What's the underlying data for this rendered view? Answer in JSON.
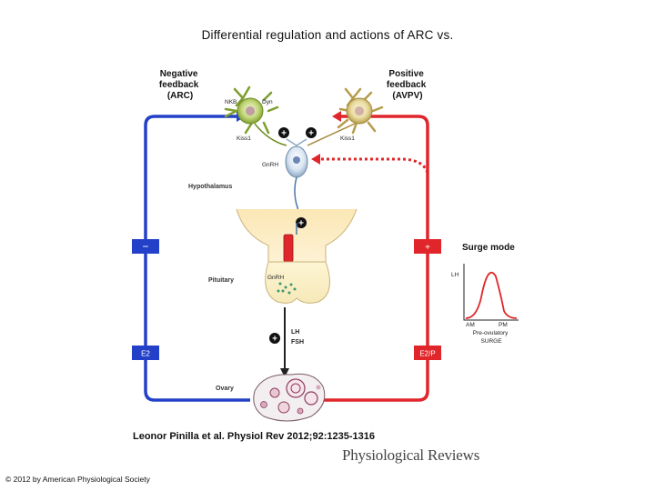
{
  "title": "Differential regulation and actions of ARC vs.",
  "diagram": {
    "neg_feedback": [
      "Negative",
      "feedback",
      "(ARC)"
    ],
    "pos_feedback": [
      "Positive",
      "feedback",
      "(AVPV)"
    ],
    "nkb": "NKB",
    "dyn": "Dyn",
    "kiss1_left": "Kiss1",
    "kiss1_right": "Kiss1",
    "gnrh_neuron": "GnRH",
    "hypothalamus": "Hypothalamus",
    "pituitary": "Pituitary",
    "gnrh_pituitary": "GnRH",
    "ovary": "Ovary",
    "lh": "LH",
    "fsh": "FSH",
    "minus_sign": "−",
    "plus_sign": "+",
    "e2_left": "E2",
    "e2p_right": "E2/P",
    "surge_mode": "Surge mode",
    "surge_lh": "LH",
    "surge_am": "AM",
    "surge_pm": "PM",
    "surge_caption": [
      "Pre-ovulatory",
      "SURGE"
    ],
    "colors": {
      "negative": "#2341c8",
      "positive": "#e0262a"
    }
  },
  "citation": "Leonor Pinilla et al. Physiol Rev 2012;92:1235-1316",
  "journal": "Physiological Reviews",
  "copyright": "© 2012 by American Physiological Society"
}
